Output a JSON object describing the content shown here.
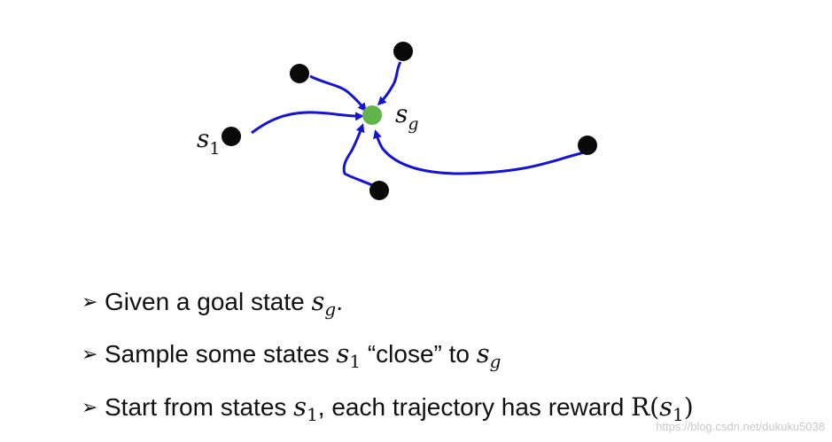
{
  "diagram": {
    "goal_label": {
      "base": "s",
      "sub": "g"
    },
    "start_label": {
      "base": "s",
      "sub": "1"
    },
    "colors": {
      "arrow": "#1414d2",
      "goal_node": "#5fb54a",
      "node": "#0a0a0a"
    }
  },
  "bullets": [
    {
      "pre": "Given a goal state ",
      "math1_base": "s",
      "math1_sub": "g",
      "post": "."
    },
    {
      "pre": "Sample some states ",
      "math1_base": "s",
      "math1_sub": "1",
      "mid": " “close” to ",
      "math2_base": "s",
      "math2_sub": "g"
    },
    {
      "pre": "Start from states ",
      "math1_base": "s",
      "math1_sub": "1",
      "mid": ", each trajectory has reward ",
      "reward_func": "R(",
      "math2_base": "s",
      "math2_sub": "1",
      "close": ")"
    }
  ],
  "watermark": "https://blog.csdn.net/dukuku5038"
}
